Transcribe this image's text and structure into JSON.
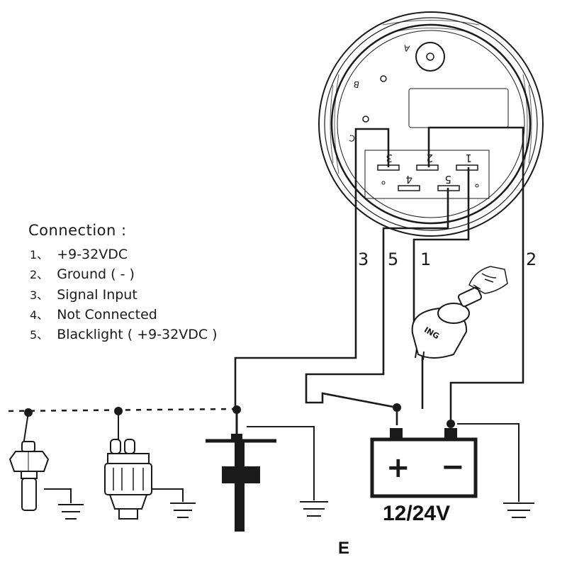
{
  "gauge": {
    "labels": {
      "a": "A",
      "b": "B",
      "c": "C"
    },
    "pins": [
      "3",
      "2",
      "1",
      "4",
      "5"
    ]
  },
  "connection": {
    "title": "Connection :",
    "items": [
      {
        "num": "1、",
        "text": "+9-32VDC"
      },
      {
        "num": "2、",
        "text": "Ground ( - )"
      },
      {
        "num": "3、",
        "text": "Signal  Input"
      },
      {
        "num": "4、",
        "text": "Not Connected"
      },
      {
        "num": "5、",
        "text": "Blacklight ( +9-32VDC )"
      }
    ]
  },
  "wire_labels": {
    "w3": "3",
    "w5": "5",
    "w1": "1",
    "w2": "2"
  },
  "ignition": {
    "label": "ING"
  },
  "battery": {
    "plus": "+",
    "minus": "−",
    "voltage": "12/24V"
  },
  "figure_letter": "E"
}
